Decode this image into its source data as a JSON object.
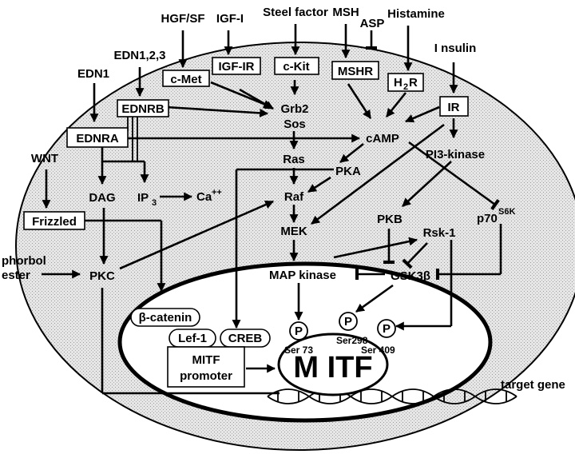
{
  "ligands": {
    "hgf": "HGF/SF",
    "igf1": "IGF-I",
    "steel": "Steel factor",
    "msh": "MSH",
    "asp": "ASP",
    "histamine": "Histamine",
    "insulin": "I nsulin",
    "edn123": "EDN1,2,3",
    "edn1": "EDN1",
    "wnt": "WNT",
    "phorbol1": "phorbol",
    "phorbol2": "ester"
  },
  "receptors": {
    "cmet": "c-Met",
    "igfir": "IGF-IR",
    "ckit": "c-Kit",
    "mshr": "MSHR",
    "h2r_main": "H",
    "h2r_sub": "2",
    "h2r_end": "R",
    "ir": "IR",
    "ednrb": "EDNRB",
    "ednra": "EDNRA",
    "frizzled": "Frizzled"
  },
  "molecules": {
    "grb2": "Grb2",
    "sos": "Sos",
    "camp": "cAMP",
    "pi3k": "PI3-kinase",
    "ras": "Ras",
    "pka": "PKA",
    "raf": "Raf",
    "dag": "DAG",
    "ip3_main": "IP",
    "ip3_sub": "3",
    "ca_main": "Ca",
    "ca_sup": "++",
    "mek": "MEK",
    "pkb": "PKB",
    "rsk1": "Rsk-1",
    "p70_main": "p70",
    "p70_sup": "S6K",
    "pkc": "PKC",
    "mapk": "MAP kinase",
    "gsk3b": "GSK3β",
    "bcatenin": "β-catenin",
    "lef1": "Lef-1",
    "creb": "CREB",
    "mitf_promoter_1": "MITF",
    "mitf_promoter_2": "promoter",
    "mitf": "M ITF",
    "target_gene": "target gene"
  },
  "phosphosites": {
    "p_symbol": "P",
    "ser73": "Ser 73",
    "ser298": "Ser298",
    "ser409": "Ser 409"
  }
}
